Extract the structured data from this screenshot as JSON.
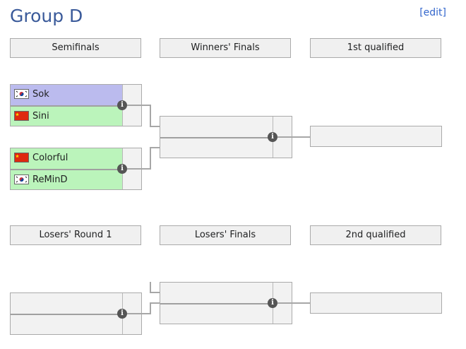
{
  "group": {
    "title": "Group D",
    "edit_label": "[edit]"
  },
  "headers": {
    "semifinals": "Semifinals",
    "winners_finals": "Winners' Finals",
    "first_qualified": "1st qualified",
    "losers_round1": "Losers' Round 1",
    "losers_finals": "Losers' Finals",
    "second_qualified": "2nd qualified"
  },
  "semifinal1": {
    "player1": {
      "name": "Sok",
      "flag": "flag-kr-icon",
      "slot_color": "#bbbbee"
    },
    "player2": {
      "name": "Sini",
      "flag": "flag-cn-icon",
      "slot_color": "#bbf4bb"
    }
  },
  "semifinal2": {
    "player1": {
      "name": "Colorful",
      "flag": "flag-cn-icon",
      "slot_color": "#bbf4bb"
    },
    "player2": {
      "name": "ReMinD",
      "flag": "flag-kr-icon",
      "slot_color": "#bbf4bb"
    }
  },
  "colors": {
    "title": "#3a5a9a",
    "link": "#3366cc",
    "win_green": "#bbf4bb",
    "lose_blue": "#bbbbee"
  }
}
